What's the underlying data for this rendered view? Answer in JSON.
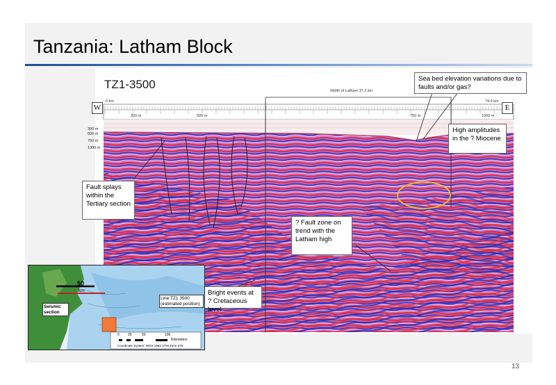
{
  "slide": {
    "title": "Tanzania: Latham Block",
    "page_number": "13"
  },
  "colors": {
    "title_rule": "#1f4e96",
    "seismic_red": "#d8243a",
    "seismic_blue": "#2a3cc8",
    "seismic_magenta": "#b84aa8",
    "ellipse": "#f0c030"
  },
  "section": {
    "line_name": "TZ1-3500",
    "west_label": "W",
    "east_label": "E",
    "start_km": "0 km",
    "end_km": "74.9 km",
    "width_label": "Width of Latham 37.2 km",
    "shotpoints": [
      "300 m",
      "500 m",
      "750 m",
      "1000 m"
    ],
    "depths": [
      "300 m",
      "500 m",
      "750 m",
      "1000 m"
    ]
  },
  "callouts": {
    "sea_bed": "Sea bed elevation variations  due to faults and/or gas?",
    "high_amp": "High amplitudes in the ? Miocene",
    "fault_splays": "Fault splays within the Tertiary section",
    "fault_zone": "? Fault zone on trend with the Latham high",
    "bright_events": "Bright events at ? Cretaceous level"
  },
  "map": {
    "scale_number": "50",
    "scale_unit": "km",
    "seismic_section": "Seismic section",
    "line_label_1": "Line TZ1 3500",
    "line_label_2": "(estimated position)",
    "scale_ticks": [
      "0",
      "25",
      "50",
      "100"
    ],
    "kilometers": "Kilometers",
    "coord_system": "Coordinate System: WGS 1984 UTM Zone 37S"
  }
}
